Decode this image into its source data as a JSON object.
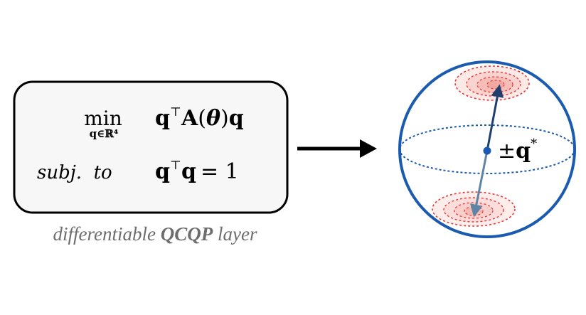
{
  "qcqp_box": {
    "objective_operator": "min",
    "objective_subscript": "q∈ℝ⁴",
    "objective_expr": {
      "q": "q",
      "t": "⊤",
      "A": "A",
      "lp": "(",
      "theta": "θ",
      "rp": ")",
      "q2": "q"
    },
    "constraint_label": "subj.  to",
    "constraint_expr": {
      "q": "q",
      "t": "⊤",
      "q2": "q",
      "eq": "= 1"
    }
  },
  "caption": {
    "prefix": "differentiable ",
    "emphasis": "QCQP",
    "suffix": " layer"
  },
  "sphere": {
    "solution_label": {
      "pm": "±",
      "q": "q",
      "star": "*"
    }
  },
  "colors": {
    "sphere_outline": "#1a5bb0",
    "antipodal_arrow": "#1f3f6e",
    "antipodal_arrow_light": "#5f84a6",
    "contour": "#e8383a",
    "contour_fill": "#f7c9c5",
    "box_fill": "#f7f7f7",
    "caption_text": "#6d6d6d"
  }
}
